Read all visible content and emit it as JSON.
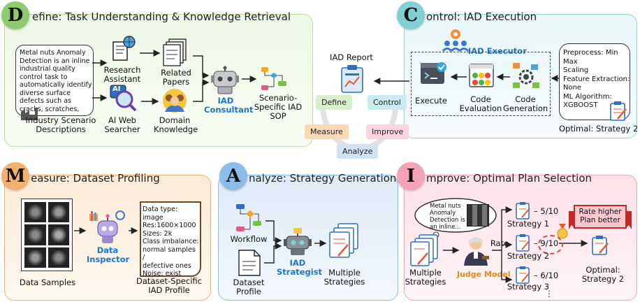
{
  "colors": {
    "define": "#8fca6e",
    "control": "#7fd1d6",
    "measure": "#f3b16d",
    "analyze": "#8cbce8",
    "improve": "#f6a3b8",
    "accent_blue": "#1976d2",
    "accent_orange": "#e38b12"
  },
  "define": {
    "letter": "D",
    "title": "efine: Task Understanding & Knowledge Retrieval",
    "note": [
      "Metal nuts Anomaly",
      "Detection is an inline",
      "industrial quality",
      "control task to",
      "automatically identify",
      "diverse surface",
      "defects such as",
      "cracks, scratches,"
    ],
    "industry": [
      "Industry Scenario",
      "Descriptions"
    ],
    "research": [
      "Research",
      "Assistant"
    ],
    "papers": [
      "Related",
      "Papers"
    ],
    "web": [
      "AI Web",
      "Searcher"
    ],
    "domain": [
      "Domain",
      "Knowledge"
    ],
    "consultant": [
      "IAD",
      "Consultant"
    ],
    "sop": [
      "Scenario-",
      "Specific IAD",
      "SOP"
    ],
    "ai_icon": "AI"
  },
  "control": {
    "letter": "C",
    "title": "ontrol: IAD Execution",
    "executor": "IAD Executor",
    "execute": "Execute",
    "evaluation": [
      "Code",
      "Evaluation"
    ],
    "generation": [
      "Code",
      "Generation"
    ],
    "strategy": [
      "Preprocess: Min Max",
      "Scaling",
      "Feature Extraction:",
      "None",
      "ML Algorithm:",
      "XGBOOST"
    ],
    "optimal": "Optimal: Strategy 2"
  },
  "center": {
    "report": "IAD Report",
    "define": "Define",
    "control": "Control",
    "measure": "Measure",
    "improve": "Improve",
    "analyze": "Analyze"
  },
  "measure": {
    "letter": "M",
    "title": "easure: Dataset Profiling",
    "samples": "Data Samples",
    "inspector": [
      "Data",
      "Inspector"
    ],
    "profile": [
      "Data type: image",
      "Res:1600×1000",
      "Sizes: 2k",
      "Class imbalance:",
      "normal samples /",
      "defective ones",
      "Noise: exist",
      "……"
    ],
    "profile_label": [
      "Dataset-Specific",
      "IAD Profile"
    ]
  },
  "analyze": {
    "letter": "A",
    "title": "nalyze: Strategy Generation",
    "workflow": "Workflow",
    "dataset": [
      "Dataset",
      "Profile"
    ],
    "strategist": [
      "IAD",
      "Strategist"
    ],
    "multiple": [
      "Multiple",
      "Strategies"
    ]
  },
  "improve": {
    "letter": "I",
    "title": "mprove: Optimal Plan Selection",
    "bubble": [
      "Metal nuts",
      "Anomaly",
      "Detection is",
      "an inline..."
    ],
    "multiple": [
      "Multiple",
      "Strategies"
    ],
    "rate": "Rate",
    "judge": "Judge Model",
    "s1": "Strategy 1",
    "s1_score": "– 5/10",
    "s2": "Strategy 2",
    "s2_score": "– 9/10",
    "s3": "Strategy 3",
    "s3_score": "– 6/10",
    "ribbon": [
      "Rate higher",
      "Plan better"
    ],
    "optimal": [
      "Optimal:",
      "Strategy 2"
    ],
    "dots": "⋮"
  }
}
